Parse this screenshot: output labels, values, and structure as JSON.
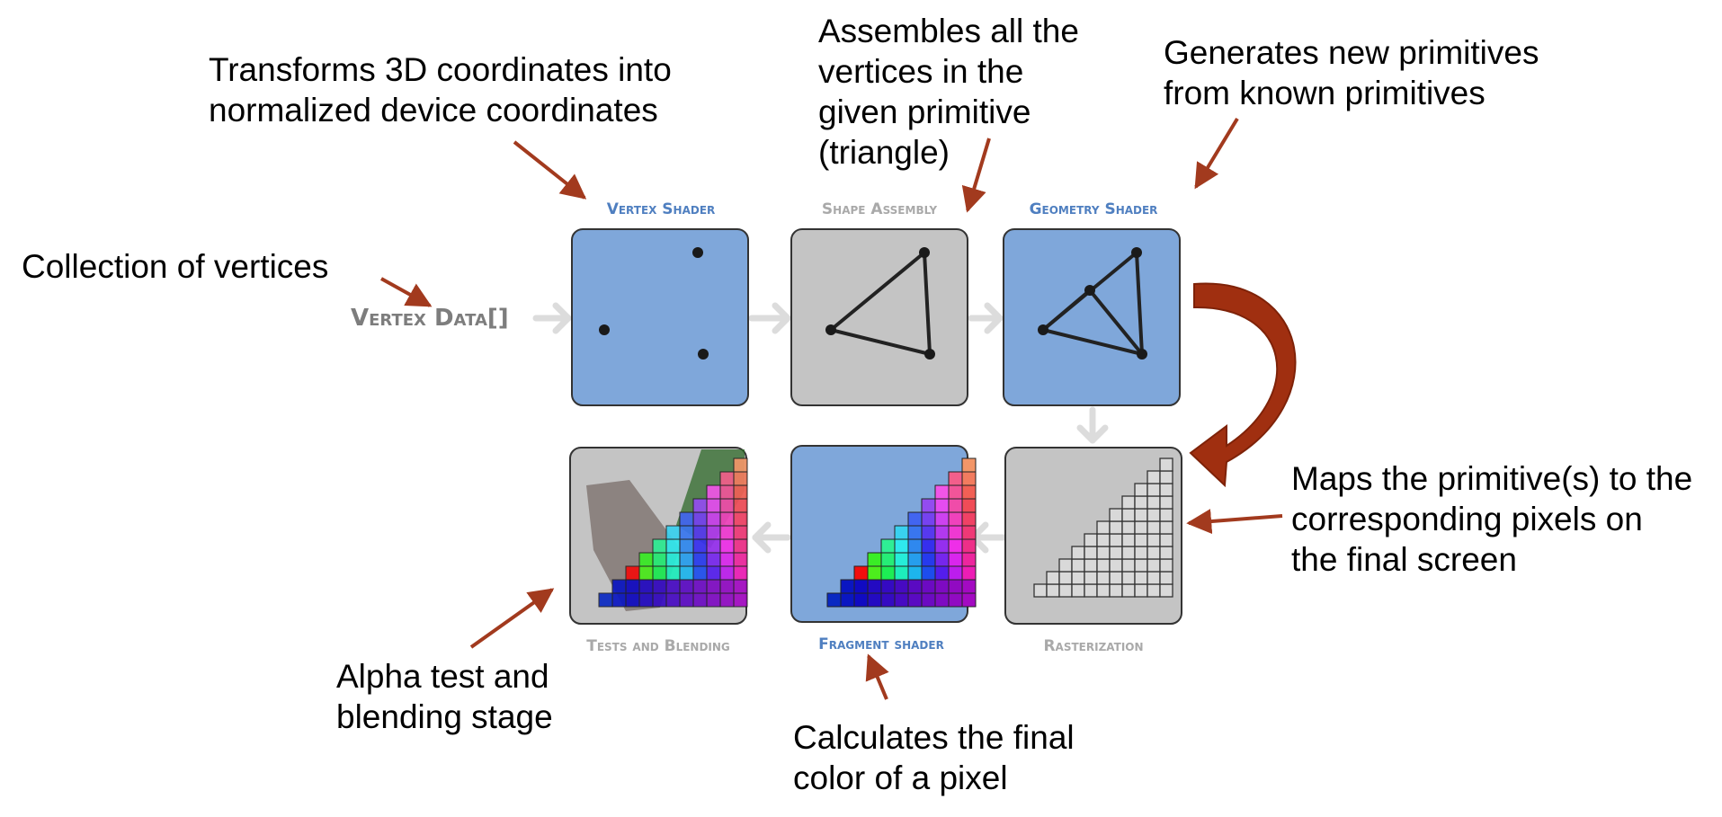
{
  "pipeline": {
    "input_label": "Vertex Data[]",
    "stages": [
      {
        "id": "vertex-shader",
        "label": "Vertex Shader",
        "programmable": true
      },
      {
        "id": "shape-assembly",
        "label": "Shape Assembly",
        "programmable": false
      },
      {
        "id": "geometry-shader",
        "label": "Geometry Shader",
        "programmable": true
      },
      {
        "id": "rasterization",
        "label": "Rasterization",
        "programmable": false
      },
      {
        "id": "fragment-shader",
        "label": "Fragment shader",
        "programmable": true
      },
      {
        "id": "tests-blending",
        "label": "Tests and Blending",
        "programmable": false
      }
    ]
  },
  "annotations": {
    "vertex_data": "Collection of vertices",
    "vertex_shader": "Transforms 3D coordinates into\nnormalized device coordinates",
    "shape_assembly": "Assembles all the\nvertices in the\ngiven primitive\n(triangle)",
    "geometry_shader": "Generates new primitives\nfrom known primitives",
    "rasterization": "Maps the primitive(s) to the\ncorresponding pixels on\nthe final screen",
    "fragment_shader": "Calculates the final\ncolor of a pixel",
    "tests_blending": "Alpha test and\nblending stage"
  },
  "colors": {
    "programmable_fill": "#7fa7da",
    "fixed_fill": "#c4c4c4",
    "programmable_title": "#4f7fc0",
    "fixed_title": "#a9a9a9",
    "flow_arrow": "#dcdcdc",
    "annotation_arrow": "#a23a1e",
    "curved_arrow": "#a02f10"
  }
}
